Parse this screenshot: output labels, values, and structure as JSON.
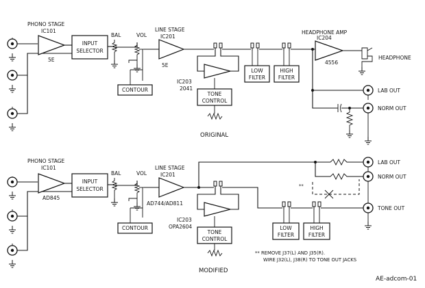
{
  "original": {
    "phono_stage_label": "PHONO STAGE",
    "phono_ic": "IC101",
    "phono_part": "5E",
    "input_selector_line1": "INPUT",
    "input_selector_line2": "SELECTOR",
    "bal_label": "BAL",
    "vol_label": "VOL",
    "contour_label": "CONTOUR",
    "line_stage_label": "LINE STAGE",
    "line_ic": "IC201",
    "line_part": "5E",
    "tone_ic": "IC203",
    "tone_part": "2041",
    "tone_line1": "TONE",
    "tone_line2": "CONTROL",
    "low_filter_line1": "LOW",
    "low_filter_line2": "FILTER",
    "high_filter_line1": "HIGH",
    "high_filter_line2": "FILTER",
    "headphone_amp_label": "HEADPHONE AMP",
    "headphone_ic": "IC204",
    "headphone_part": "4556",
    "headphone_out": "HEADPHONE",
    "lab_out": "LAB OUT",
    "norm_out": "NORM OUT",
    "caption": "ORIGINAL"
  },
  "modified": {
    "phono_stage_label": "PHONO STAGE",
    "phono_ic": "IC101",
    "phono_part": "AD845",
    "input_selector_line1": "INPUT",
    "input_selector_line2": "SELECTOR",
    "bal_label": "BAL",
    "vol_label": "VOL",
    "contour_label": "CONTOUR",
    "line_stage_label": "LINE STAGE",
    "line_ic": "IC201",
    "line_part": "AD744/AD811",
    "tone_ic": "IC203",
    "tone_part": "OPA2604",
    "tone_line1": "TONE",
    "tone_line2": "CONTROL",
    "low_filter_line1": "LOW",
    "low_filter_line2": "FILTER",
    "high_filter_line1": "HIGH",
    "high_filter_line2": "FILTER",
    "lab_out": "LAB OUT",
    "norm_out": "NORM OUT",
    "tone_out": "TONE OUT",
    "note_mark": "**",
    "note_line1": "** REMOVE J37(L) AND J35(R).",
    "note_line2": "WIRE J32(L), J38(R) TO TONE OUT JACKS",
    "caption": "MODIFIED"
  },
  "figure_id": "AE-adcom-01"
}
